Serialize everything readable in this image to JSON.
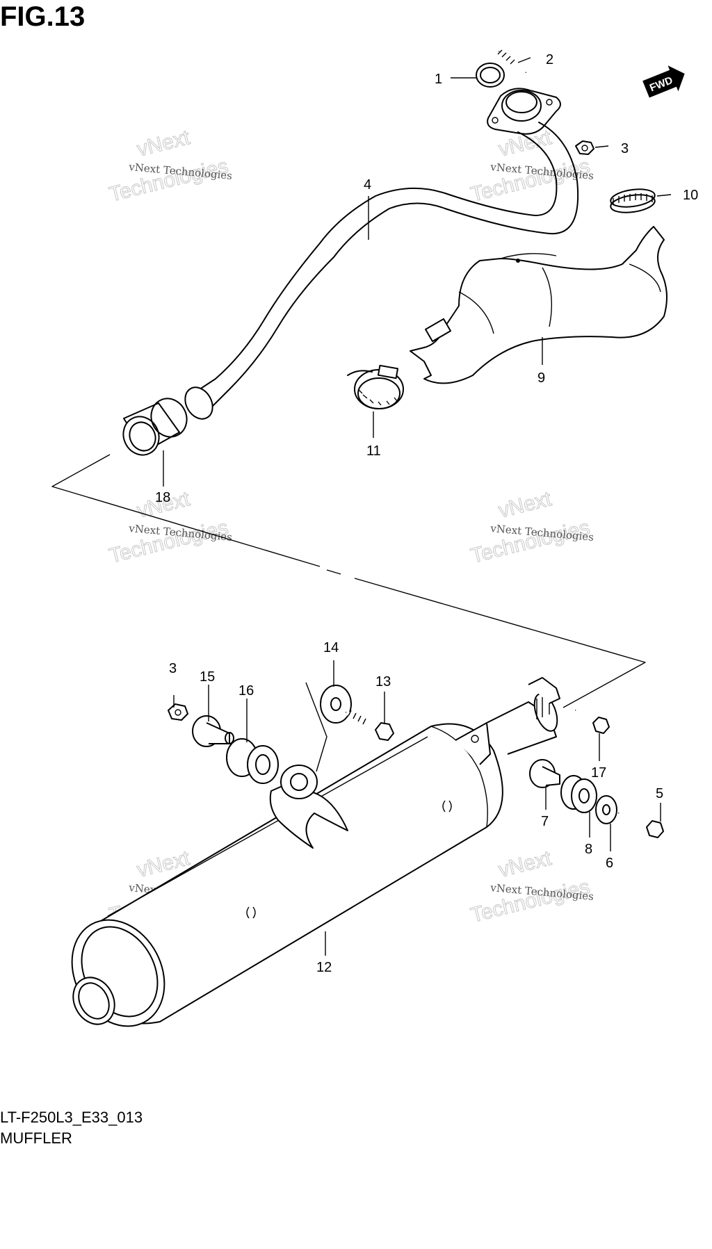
{
  "figure": {
    "title": "FIG.13",
    "code": "LT-F250L3_E33_013",
    "name": "MUFFLER"
  },
  "fwd_label": "FWD",
  "parts": [
    {
      "id": "p1",
      "label": "1"
    },
    {
      "id": "p2",
      "label": "2"
    },
    {
      "id": "p3a",
      "label": "3"
    },
    {
      "id": "p4",
      "label": "4"
    },
    {
      "id": "p9",
      "label": "9"
    },
    {
      "id": "p10",
      "label": "10"
    },
    {
      "id": "p11",
      "label": "11"
    },
    {
      "id": "p18",
      "label": "18"
    },
    {
      "id": "p3b",
      "label": "3"
    },
    {
      "id": "p15",
      "label": "15"
    },
    {
      "id": "p16",
      "label": "16"
    },
    {
      "id": "p14",
      "label": "14"
    },
    {
      "id": "p13",
      "label": "13"
    },
    {
      "id": "p17",
      "label": "17"
    },
    {
      "id": "p5",
      "label": "5"
    },
    {
      "id": "p7",
      "label": "7"
    },
    {
      "id": "p8",
      "label": "8"
    },
    {
      "id": "p6",
      "label": "6"
    },
    {
      "id": "p12",
      "label": "12"
    }
  ],
  "watermark": {
    "line1": "vNext Technologies",
    "line2": "vNext",
    "line3": "Technologies"
  }
}
